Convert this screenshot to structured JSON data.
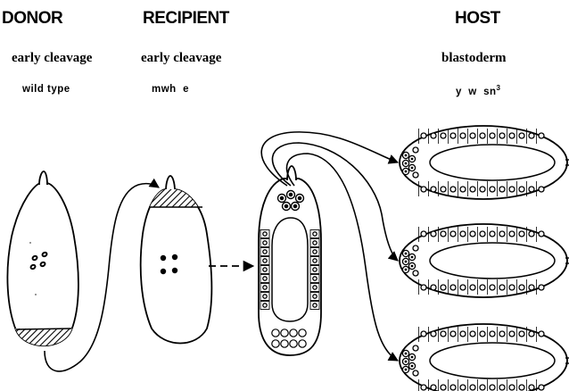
{
  "columns": {
    "donor": {
      "title": "DONOR",
      "stage": "early cleavage",
      "genotype": "wild type"
    },
    "recipient": {
      "title": "RECIPIENT",
      "stage": "early cleavage",
      "genotype": "mwh  e"
    },
    "host": {
      "title": "HOST",
      "stage": "blastoderm",
      "genotype_base": "y  w  sn",
      "genotype_sup": "3"
    }
  }
}
